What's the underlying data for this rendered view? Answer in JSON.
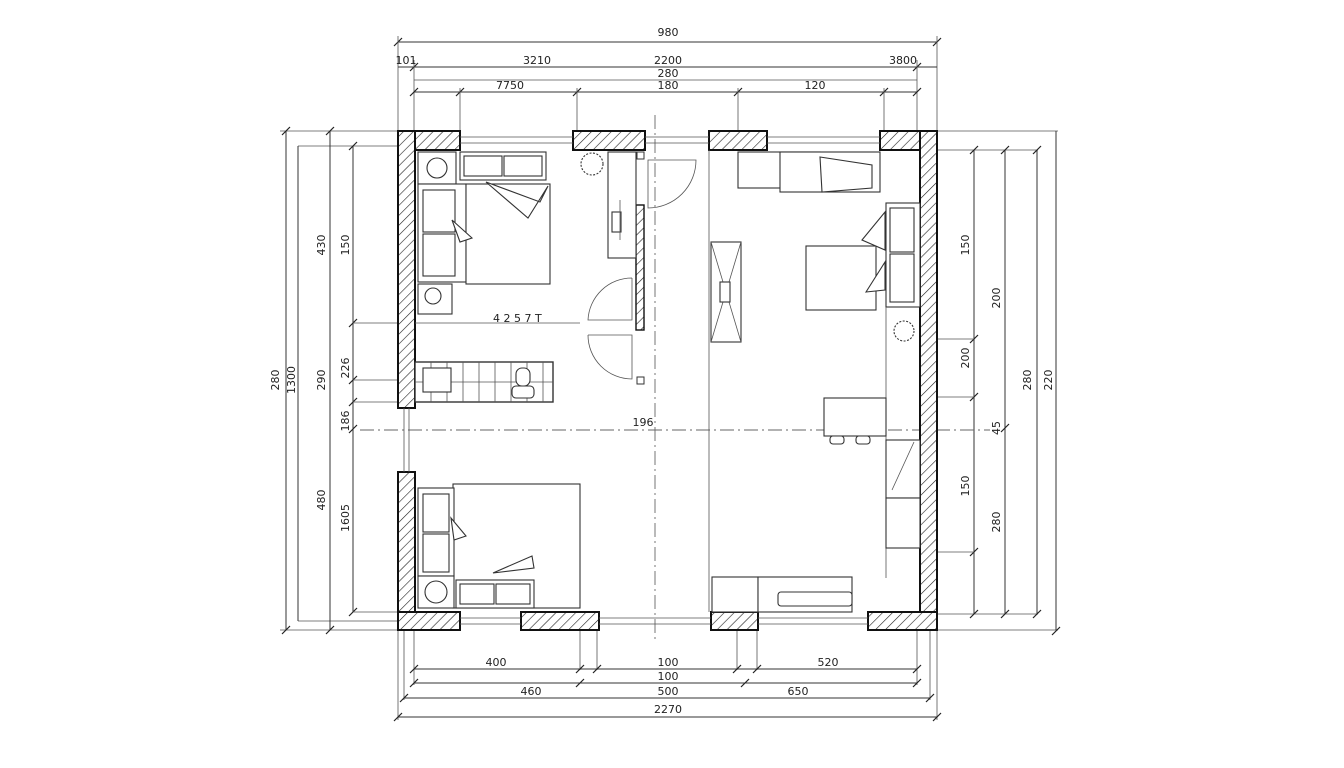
{
  "drawing": {
    "type": "architectural floor plan",
    "colors": {
      "line": "#333333",
      "wall_outline": "#111111",
      "background": "#ffffff"
    }
  },
  "dimensions": {
    "top": {
      "overall": "980",
      "row2": [
        "101",
        "3210",
        "2200",
        "3800"
      ],
      "row3_center": "280",
      "row4": [
        "7750",
        "180",
        "120"
      ]
    },
    "bottom": {
      "row1": [
        "400",
        "100",
        "520"
      ],
      "row2_center": "100",
      "row3": [
        "460",
        "500",
        "650"
      ],
      "overall": "2270"
    },
    "left": {
      "outer": "280",
      "outer2": "1300",
      "mid": [
        "430",
        "290",
        "480"
      ],
      "inner": [
        "150",
        "226",
        "186",
        "1605"
      ]
    },
    "right": {
      "inner": [
        "150",
        "200",
        "150"
      ],
      "mid": [
        "200",
        "45",
        "280"
      ],
      "outer": [
        "280"
      ],
      "overall": "220"
    },
    "center_label": "196",
    "small_label_bedroom1": "4 2 5 7 T"
  },
  "rooms": [
    {
      "name": "bedroom-top-left",
      "furniture": [
        "double-bed",
        "sofa",
        "nightstand",
        "plant",
        "wardrobe-desk"
      ]
    },
    {
      "name": "bathroom",
      "furniture": [
        "sink",
        "toilet",
        "tiled-floor"
      ]
    },
    {
      "name": "bedroom-bottom-left",
      "furniture": [
        "double-bed",
        "sofa",
        "round-table",
        "desk"
      ]
    },
    {
      "name": "living-area-right",
      "furniture": [
        "bed",
        "sofa",
        "tv-console",
        "dining-table",
        "chairs",
        "kitchen-counter",
        "plant"
      ]
    }
  ]
}
